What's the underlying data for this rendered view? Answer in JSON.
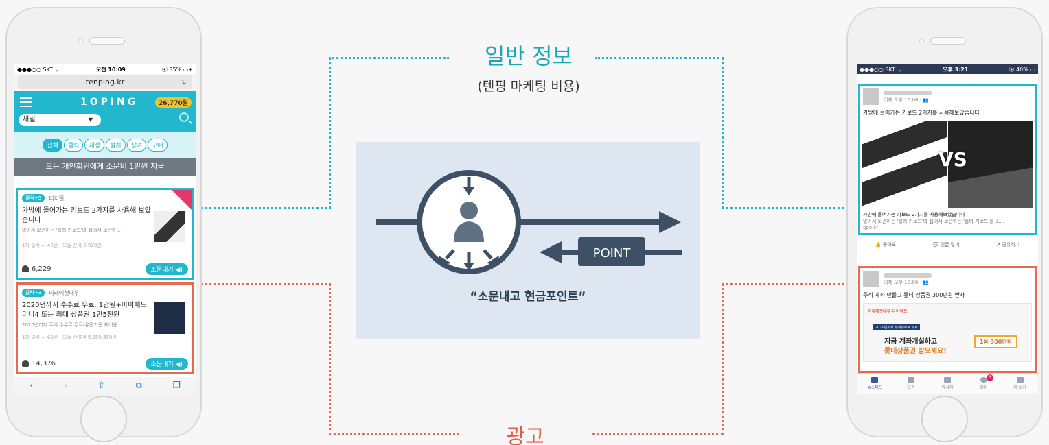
{
  "labels": {
    "info_title": "일반 정보",
    "info_subtitle": "(텐핑 마케팅 비용)",
    "ad_title": "광고",
    "caption": "“소문내고 현금포인트”",
    "point_label": "POINT"
  },
  "left_phone": {
    "status": {
      "carrier": "●●●○○ SKT ᯤ",
      "time": "오전 10:09",
      "battery": "⦿ 35% ▭+"
    },
    "url": "tenping.kr",
    "reload": "c",
    "logo": "1OPING",
    "points": "26,770원",
    "channel_select": "채널",
    "filters": [
      "전체",
      "클릭",
      "재생",
      "설치",
      "참여",
      "구매"
    ],
    "notice": "모든 개인회원에게 소문비 1만원 지급",
    "card_info": {
      "tag": "클릭+5",
      "category": "디지털",
      "title": "가방에 들어가는 키보드 2가지를 사용해 보았습니다",
      "desc": "말아서 보관하는 '롤리 키보드'와 접어서 보관하...",
      "meta": "1지 클릭 시 40원  |  오늘 잔여 5,920원",
      "count": "6,229",
      "share": "소문내기 ◀)"
    },
    "card_ad": {
      "tag": "클릭+3",
      "category": "미래에셋대우",
      "title": "2020년까지 수수료 무료, 1만원+아이패드 미니4 또는 최대 상품권 1만5천원",
      "desc": "2020년까지 주식 수수료 무료(유관기관 제비용...",
      "meta": "1지 클릭 시 60원  |  오늘 잔여액 9,259,450원",
      "count": "14,376",
      "share": "소문내기 ◀)"
    },
    "toolbar": [
      "‹",
      "›",
      "⇧",
      "⧉",
      "❐"
    ]
  },
  "right_phone": {
    "status": {
      "carrier": "●●●○○ SKT ᯤ",
      "time": "오후 3:21",
      "battery": "⦿ 40% ▭"
    },
    "post_info": {
      "time": "어제 오후 10:06 · 👥",
      "text": "가방에 들어가는 키보드 2가지를 사용해보았습니다",
      "vs": "VS",
      "link_title": "가방에 들어가는 키보드 2가지를 사용해보았습니다",
      "link_desc": "말아서 보관하는 '롤리 키보드'와 접어서 보관하는 '폴더 키보드'를 소...",
      "domain": "gpo.kr"
    },
    "actions": [
      "👍 좋아요",
      "💬 댓글 달기",
      "↗ 공유하기"
    ],
    "post_ad": {
      "time": "어제 오후 10:06 · 👥",
      "text": "주식 계좌 만들고 롯데 상품권 300만원 받자",
      "brand": "미래에셋대우·다이렉트",
      "bar": "2020년까지 주식수수료 무료",
      "line1": "지금 계좌개설하고",
      "line2": "롯데상품권 받으세요!",
      "badge": "1등 300만원"
    },
    "tabs": [
      {
        "label": "뉴스피드",
        "active": true
      },
      {
        "label": "요청",
        "active": false
      },
      {
        "label": "메시지",
        "active": false
      },
      {
        "label": "알림",
        "active": false,
        "badge": "3"
      },
      {
        "label": "더 보기",
        "active": false
      }
    ]
  },
  "colors": {
    "info": "#22b7cd",
    "ad": "#e46a51",
    "diagram": "#3d5066",
    "panel": "#dde6f1"
  },
  "icons": [
    "person-icon",
    "arrow-right-icon",
    "arrow-left-icon",
    "search-icon",
    "menu-icon"
  ]
}
